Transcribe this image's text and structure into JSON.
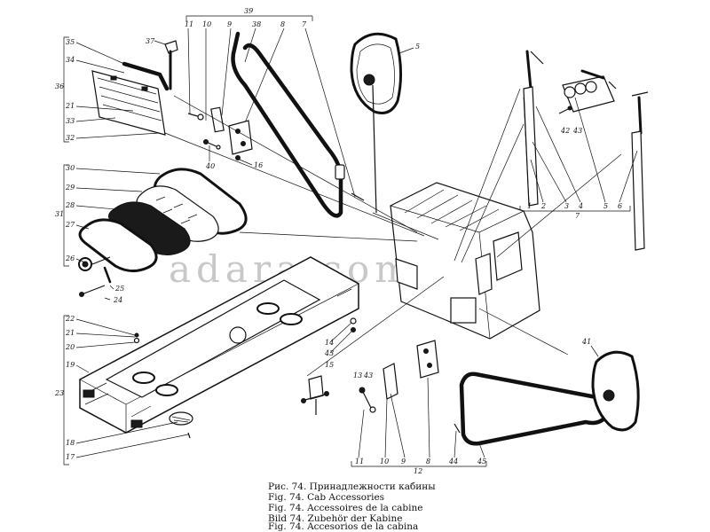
{
  "watermark": "adara.com.ua",
  "caption": [
    "Рис. 74. Принадлежности кабины",
    "Fig. 74. Cab Accessories",
    "Fig. 74. Accessoires de la cabine",
    "Bild 74. Zubehör der Kabine",
    "Fig. 74. Accesorios de la cabina"
  ],
  "callouts": {
    "c39": "39",
    "c11a": "11",
    "c10a": "10",
    "c9a": "9",
    "c38": "38",
    "c8a": "8",
    "c7": "7",
    "c37": "37",
    "c35": "35",
    "c34": "34",
    "c36": "36",
    "c21a": "21",
    "c33": "33",
    "c32": "32",
    "c40": "40",
    "c16": "16",
    "c5": "5",
    "c42": "42",
    "c43a": "43",
    "r1": "1",
    "r2": "2",
    "r3": "3",
    "r4": "4",
    "r5": "5",
    "r6": "6",
    "r7": "7",
    "c30": "30",
    "c29": "29",
    "c31": "31",
    "c28": "28",
    "c27": "27",
    "c26": "26",
    "c25": "25",
    "c24": "24",
    "c22": "22",
    "c21b": "21",
    "c20": "20",
    "c19": "19",
    "c23": "23",
    "c18": "18",
    "c17": "17",
    "c14": "14",
    "c43b": "43",
    "c15": "15",
    "c13": "13",
    "c43c": "43",
    "b11": "11",
    "b10": "10",
    "b9": "9",
    "b8": "8",
    "b44": "44",
    "b45": "45",
    "c12": "12",
    "c41": "41"
  }
}
